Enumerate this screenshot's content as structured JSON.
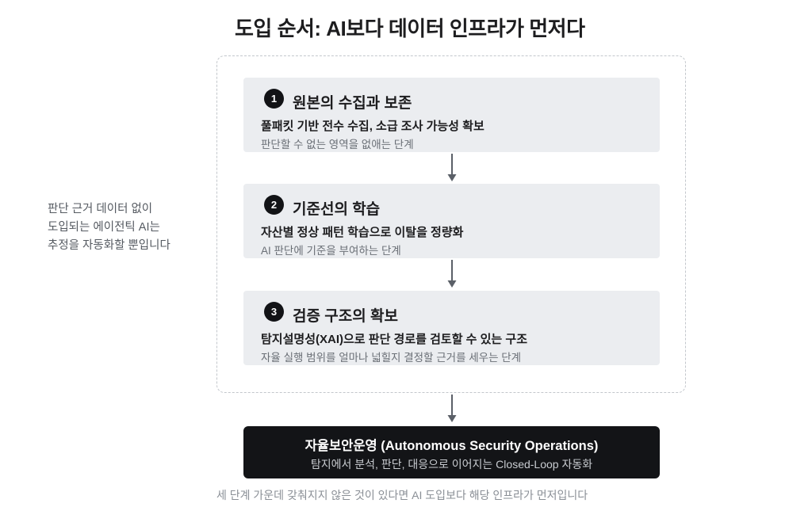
{
  "title": "도입 순서: AI보다 데이터 인프라가 먼저다",
  "side_note": {
    "lines": [
      "판단 근거 데이터 없이",
      "도입되는 에이전틱 AI는",
      "추정을 자동화할 뿐입니다"
    ]
  },
  "steps": [
    {
      "number": "1",
      "name": "원본의 수집과 보존",
      "headline": "풀패킷 기반 전수 수집, 소급 조사 가능성 확보",
      "desc": "판단할 수 없는 영역을 없애는 단계"
    },
    {
      "number": "2",
      "name": "기준선의 학습",
      "headline": "자산별 정상 패턴 학습으로 이탈을 정량화",
      "desc": "AI 판단에 기준을 부여하는 단계"
    },
    {
      "number": "3",
      "name": "검증 구조의 확보",
      "headline": "탐지설명성(XAI)으로 판단 경로를 검토할 수 있는 구조",
      "desc": "자율 실행 범위를 얼마나 넓힐지 결정할 근거를 세우는 단계"
    }
  ],
  "result": {
    "title": "자율보안운영 (Autonomous Security Operations)",
    "subtitle": "탐지에서 분석, 판단, 대응으로 이어지는 Closed-Loop 자동화"
  },
  "footer": "세 단계 가운데 갖춰지지 않은 것이 있다면 AI 도입보다 해당 인프라가 먼저입니다",
  "colors": {
    "step_bg": "#ebedf0",
    "badge": "#121316",
    "result_bg": "#131417",
    "arrow": "#5b6068",
    "frame_border": "#c3c7cc"
  }
}
